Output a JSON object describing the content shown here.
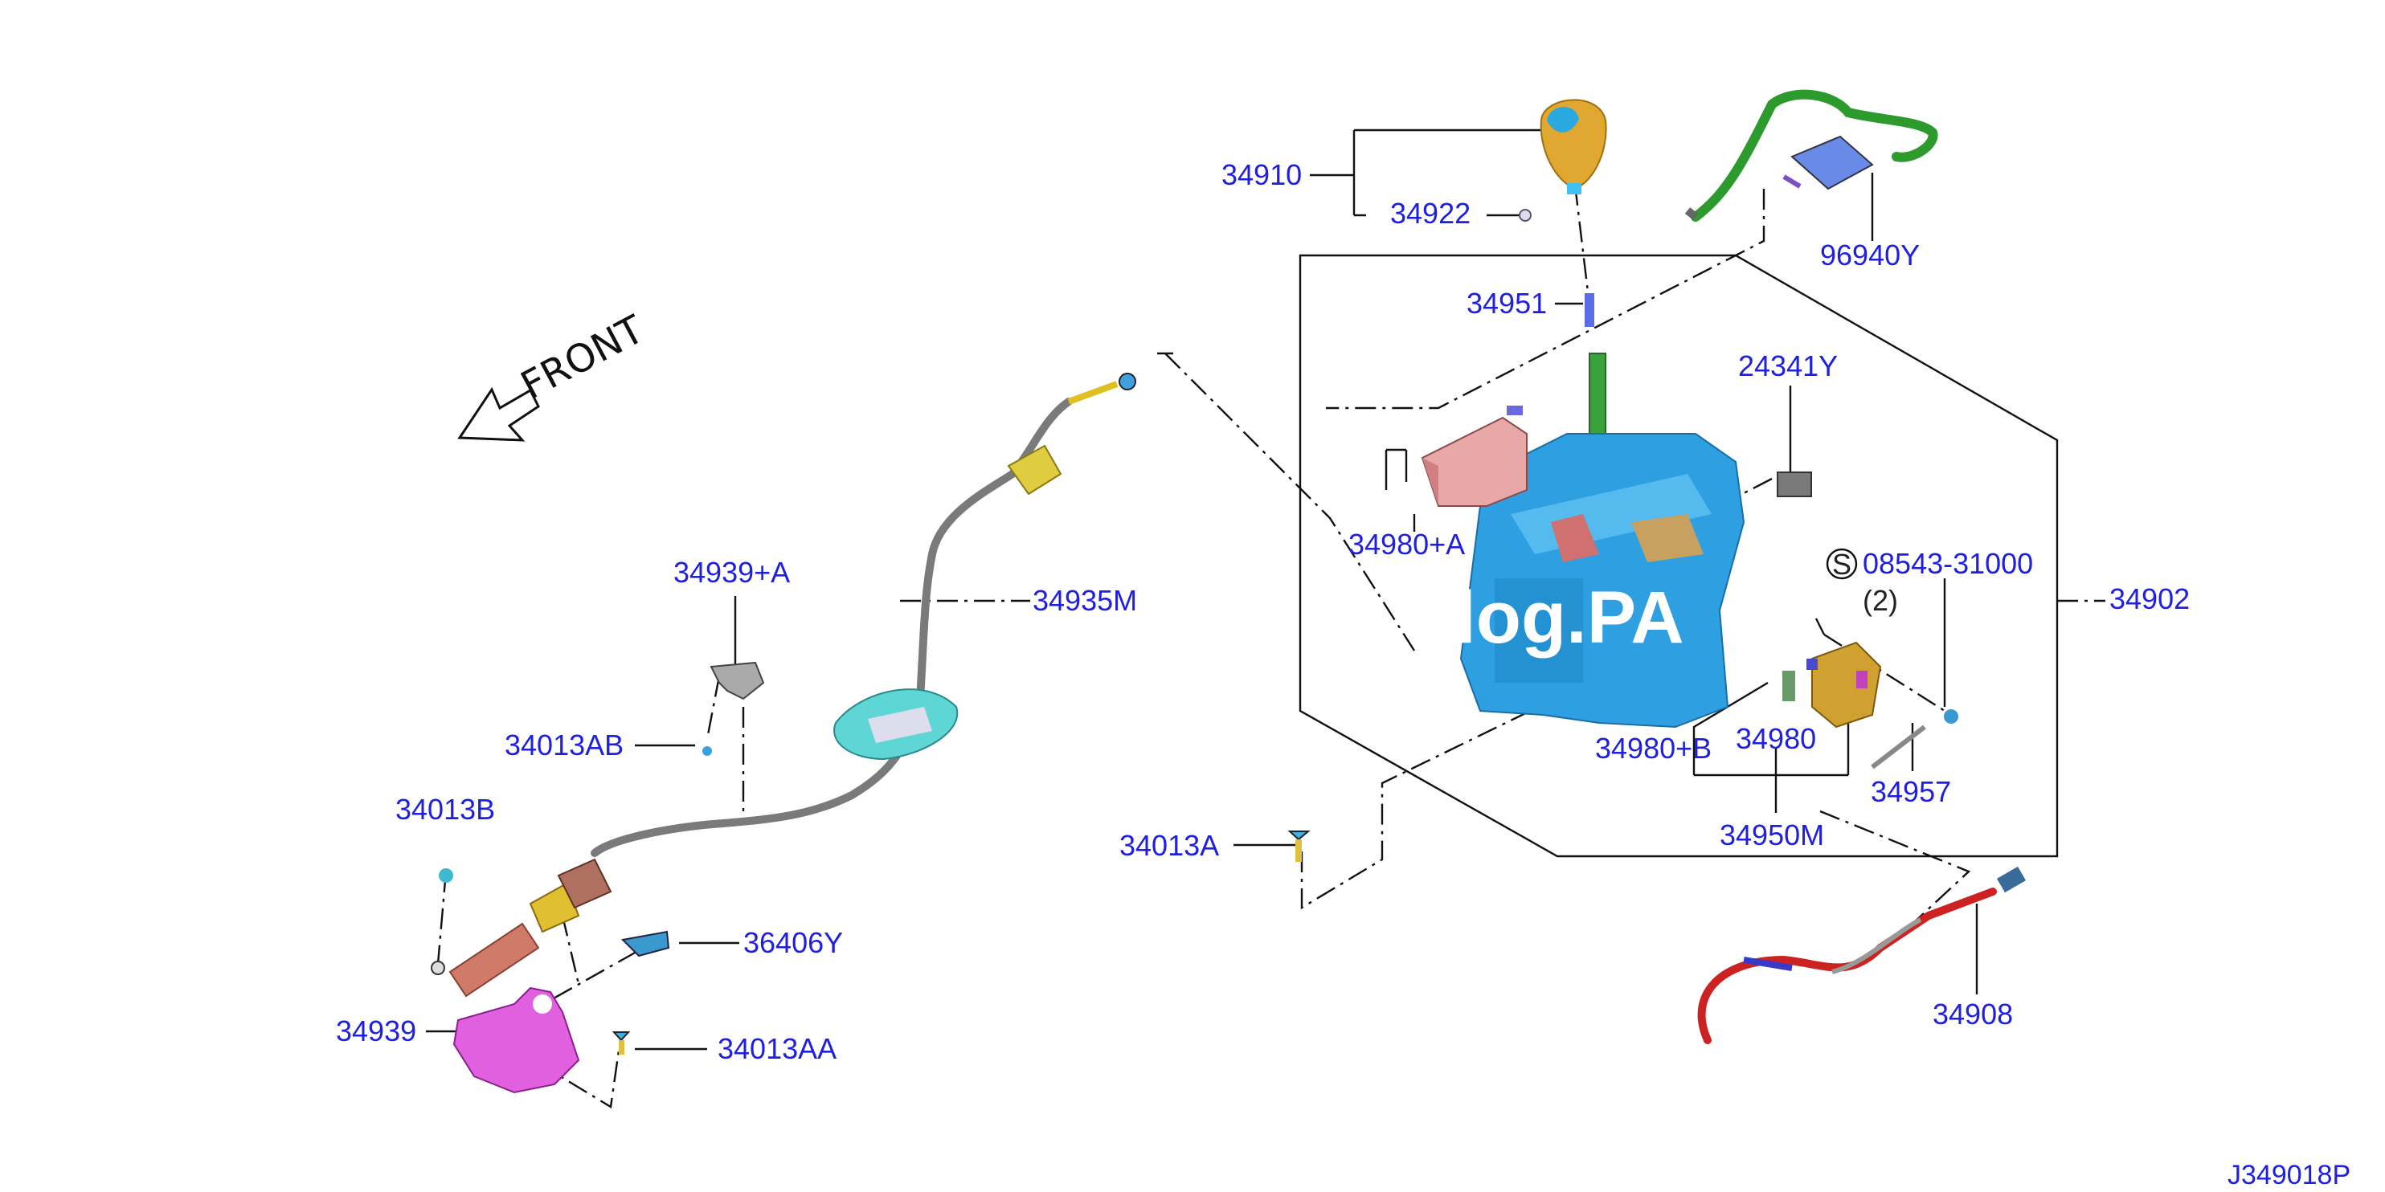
{
  "diagram": {
    "front_indicator": "FRONT",
    "watermark": "blog.PA",
    "reference_code": "J349018P",
    "circled_symbol": "S",
    "quantity_note": "(2)",
    "part_labels": {
      "p34910": "34910",
      "p34922": "34922",
      "p96940Y": "96940Y",
      "p34951": "34951",
      "p24341Y": "24341Y",
      "p34980A": "34980+A",
      "p08543": "08543-31000",
      "p34902": "34902",
      "p34935M": "34935M",
      "p34939A": "34939+A",
      "p34013AB": "34013AB",
      "p34013B": "34013B",
      "p36406Y": "36406Y",
      "p34939": "34939",
      "p34013AA": "34013AA",
      "p34013A": "34013A",
      "p34980B": "34980+B",
      "p34980": "34980",
      "p34957": "34957",
      "p34950M": "34950M",
      "p34908": "34908"
    }
  }
}
